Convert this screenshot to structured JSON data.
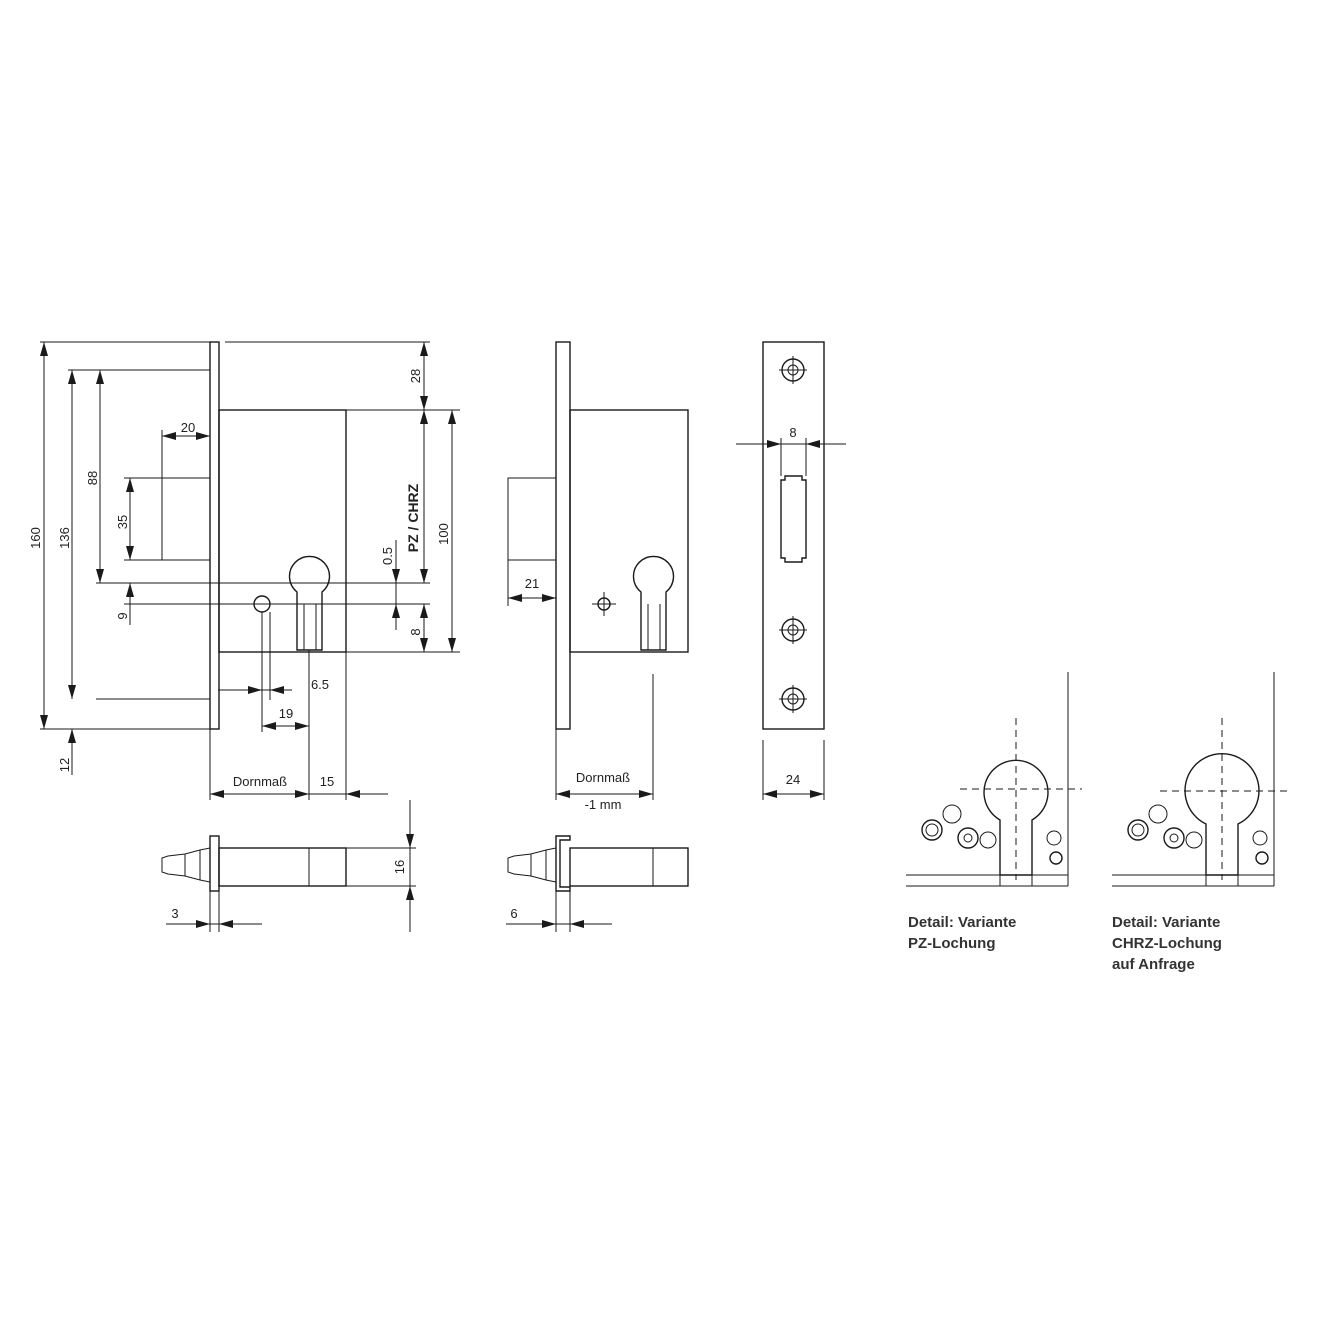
{
  "labels": {
    "h160": "160",
    "h136": "136",
    "h88": "88",
    "h35": "35",
    "h9": "9",
    "h12": "12",
    "w20": "20",
    "h28": "28",
    "h100": "100",
    "h05": "0.5",
    "h8": "8",
    "pz_chrz": "PZ / CHRZ",
    "w65": "6.5",
    "w19": "19",
    "dornmass_left": "Dornmaß",
    "w15": "15",
    "w21": "21",
    "dornmass_mid": "Dornmaß",
    "minus1mm": "-1 mm",
    "w8": "8",
    "w24": "24",
    "h16": "16",
    "w3": "3",
    "w6": "6"
  },
  "captions": {
    "pz_line1": "Detail: Variante",
    "pz_line2": "PZ-Lochung",
    "chrz_line1": "Detail: Variante",
    "chrz_line2": "CHRZ-Lochung",
    "chrz_line3": "auf Anfrage"
  }
}
